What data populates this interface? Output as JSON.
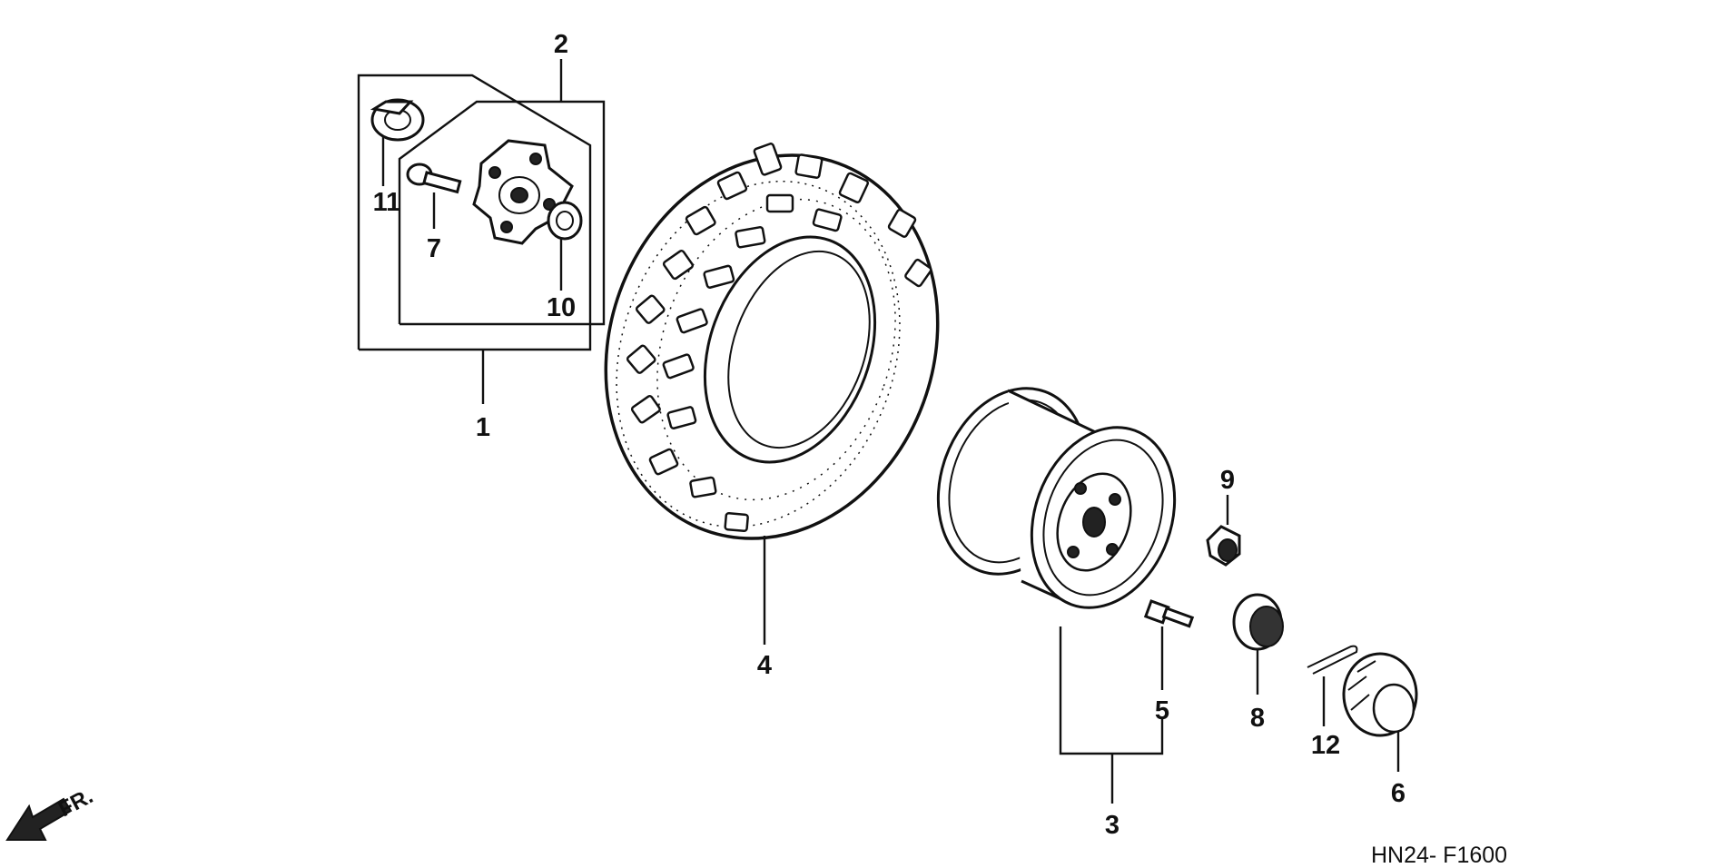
{
  "labels": {
    "p1": "1",
    "p2": "2",
    "p3": "3",
    "p4": "4",
    "p5": "5",
    "p6": "6",
    "p7": "7",
    "p8": "8",
    "p9": "9",
    "p10": "10",
    "p11": "11",
    "p12": "12"
  },
  "direction": "FR.",
  "diagram_code": "HN24- F1600"
}
